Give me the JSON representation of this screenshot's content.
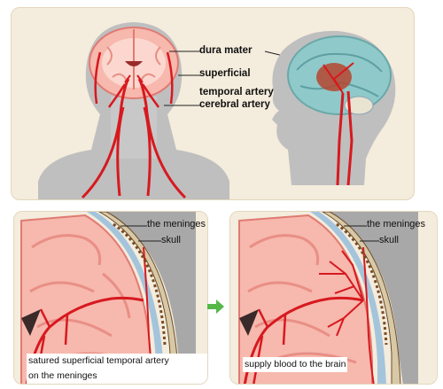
{
  "labels": {
    "dura_mater": "dura mater",
    "superficial": "superficial",
    "temporal_artery": "temporal artery",
    "cerebral_artery": "cerebral artery",
    "meninges_left": "the meninges",
    "skull_left": "skull",
    "meninges_right": "the meninges",
    "skull_right": "skull"
  },
  "captions": {
    "left_line1": "satured superficial temporal artery",
    "left_line2": "on the meninges",
    "right": "supply blood to the brain"
  },
  "colors": {
    "panel_bg": "#f4ecdc",
    "artery": "#d7191f",
    "brain": "#f7b8ad",
    "head": "#bfbfbf",
    "arrow": "#53b848"
  }
}
